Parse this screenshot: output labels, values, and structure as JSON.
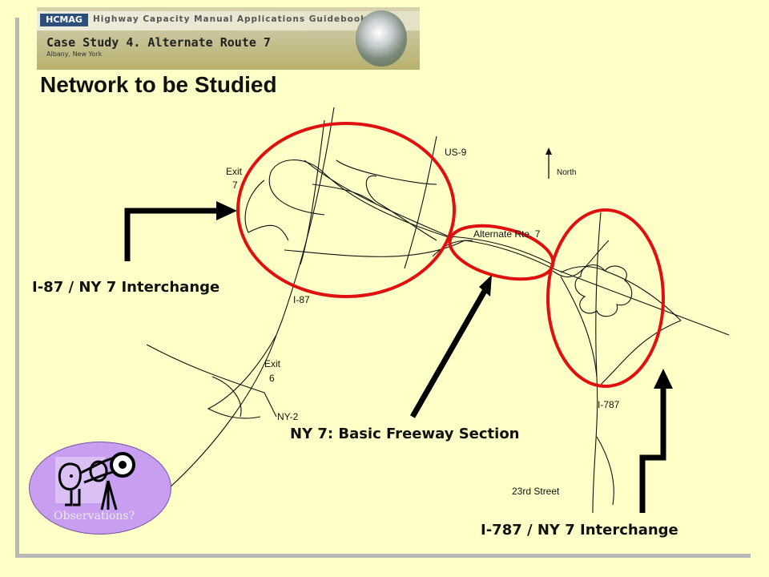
{
  "banner": {
    "logo": "HCMAG",
    "manual_title": "Highway Capacity Manual Applications Guidebook",
    "case_title": "Case Study 4. Alternate Route 7",
    "location": "Albany, New York"
  },
  "title": "Network to be Studied",
  "map_labels": {
    "exit7_a": "Exit",
    "exit7_b": "7",
    "us9": "US-9",
    "north": "North",
    "alt7": "Alternate Rte. 7",
    "i87": "I-87",
    "exit6_a": "Exit",
    "exit6_b": "6",
    "ny2": "NY-2",
    "i787": "I-787",
    "street23": "23rd Street"
  },
  "callouts": {
    "i87_interchange": "I-87 / NY 7 Interchange",
    "ny7_section": "NY 7: Basic Freeway Section",
    "i787_interchange": "I-787 / NY 7 Interchange"
  },
  "observations": "Observations?",
  "colors": {
    "background": "#ffffc8",
    "highlight": "#e01010",
    "observations_fill": "#c89ef0"
  }
}
